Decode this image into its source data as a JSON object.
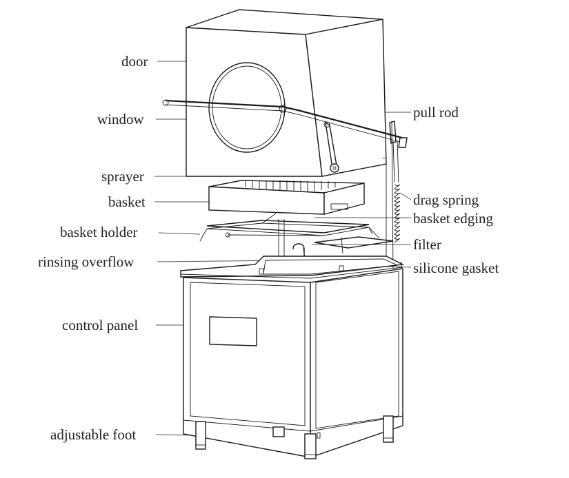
{
  "labels": {
    "door": "door",
    "window": "window",
    "sprayer": "sprayer",
    "basket": "basket",
    "basket_holder": "basket holder",
    "rinsing_overflow": "rinsing overflow",
    "control_panel": "control panel",
    "adjustable_foot": "adjustable foot",
    "pull_rod": "pull rod",
    "drag_spring": "drag spring",
    "basket_edging": "basket edging",
    "filter": "filter",
    "silicone_gasket": "silicone gasket"
  },
  "colors": {
    "line_art": "#1a1a1a",
    "leader": "#555555",
    "text": "#222222",
    "background": "#ffffff"
  }
}
